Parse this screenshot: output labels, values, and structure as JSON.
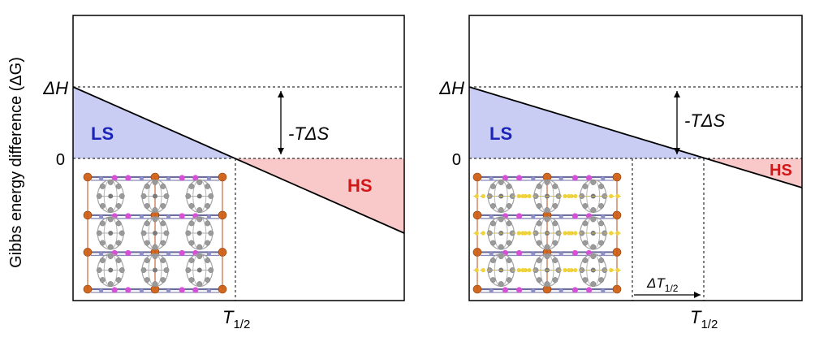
{
  "y_axis_label": "Gibbs energy difference (ΔG)",
  "colors": {
    "ls_fill": "#c9cdf4",
    "hs_fill": "#f9c8c8",
    "ls_text": "#1a24b8",
    "hs_text": "#d01818",
    "metal_node": "#d2691e",
    "magenta_node": "#d64fd6",
    "gray_node": "#9a9a9a",
    "yellow_node": "#f0d33a",
    "bond": "#6e6e9e"
  },
  "panels": [
    {
      "delta_h_label": "ΔH",
      "zero_label": "0",
      "entropy_label": "-TΔS",
      "ls_label": "LS",
      "hs_label": "HS",
      "t_half_label": "T",
      "t_half_sub": "1/2"
    },
    {
      "delta_h_label": "ΔH",
      "zero_label": "0",
      "entropy_label": "-TΔS",
      "ls_label": "LS",
      "hs_label": "HS",
      "t_half_label": "T",
      "t_half_sub": "1/2",
      "shift_label": "ΔT",
      "shift_sub": "1/2"
    }
  ]
}
